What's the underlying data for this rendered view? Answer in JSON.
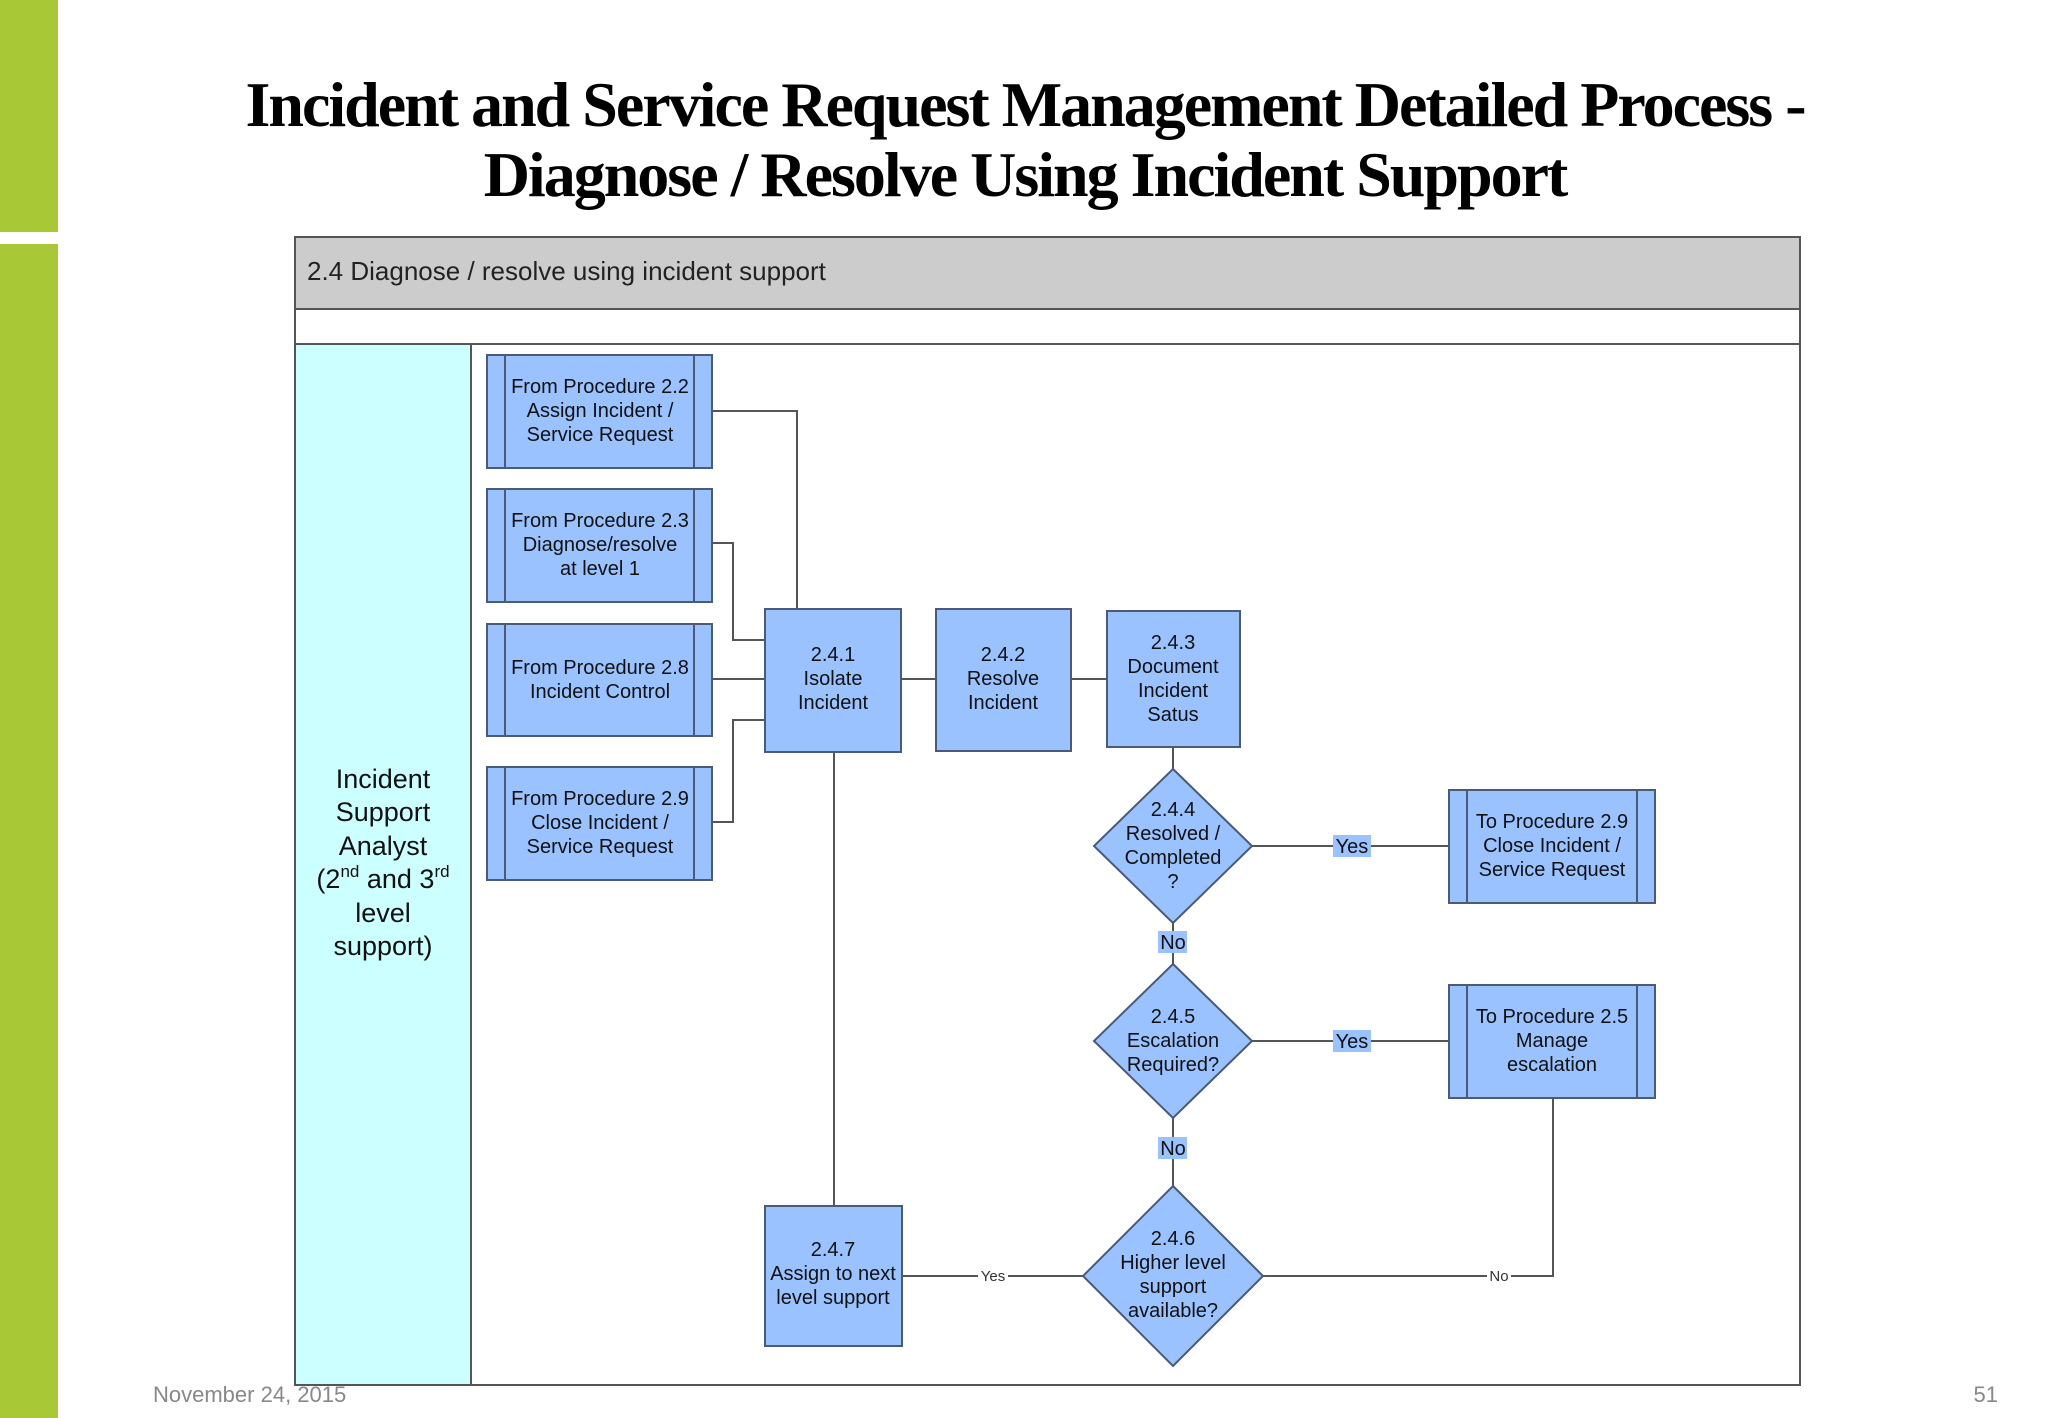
{
  "slide": {
    "title_line1": "Incident and Service Request Management Detailed Process -",
    "title_line2": "Diagnose / Resolve Using Incident Support",
    "date": "November 24, 2015",
    "page_number": "51"
  },
  "diagram": {
    "header": "2.4 Diagnose / resolve using incident support",
    "lane": {
      "line1": "Incident",
      "line2": "Support",
      "line3": "Analyst",
      "line4_a": "(2",
      "line4_sup1": "nd",
      "line4_b": " and 3",
      "line4_sup2": "rd",
      "line5": "level",
      "line6": "support)"
    },
    "procedures": {
      "p22": [
        "From Procedure 2.2",
        "Assign Incident /",
        "Service Request"
      ],
      "p23": [
        "From Procedure 2.3",
        "Diagnose/resolve",
        "at level 1"
      ],
      "p28": [
        "From Procedure 2.8",
        "Incident Control"
      ],
      "p29_in": [
        "From Procedure 2.9",
        "Close Incident /",
        "Service Request"
      ],
      "p29_out": [
        "To Procedure 2.9",
        "Close Incident /",
        "Service Request"
      ],
      "p25_out": [
        "To Procedure 2.5",
        "Manage",
        "escalation"
      ]
    },
    "steps": {
      "s241": [
        "2.4.1",
        "Isolate",
        "Incident"
      ],
      "s242": [
        "2.4.2",
        "Resolve",
        "Incident"
      ],
      "s243": [
        "2.4.3",
        "Document",
        "Incident",
        "Satus"
      ],
      "s247": [
        "2.4.7",
        "Assign to next",
        "level support"
      ]
    },
    "decisions": {
      "d244": [
        "2.4.4",
        "Resolved /",
        "Completed",
        "?"
      ],
      "d245": [
        "2.4.5",
        "Escalation",
        "Required?"
      ],
      "d246": [
        "2.4.6",
        "Higher level",
        "support",
        "available?"
      ]
    },
    "labels": {
      "yes": "Yes",
      "no": "No"
    },
    "colors": {
      "node_fill": "#99c2ff",
      "node_stroke": "#4a5a78",
      "lane_fill": "#ccffff",
      "header_fill": "#cccccc",
      "label_highlight": "#99c2ff",
      "accent": "#a8c935"
    }
  }
}
